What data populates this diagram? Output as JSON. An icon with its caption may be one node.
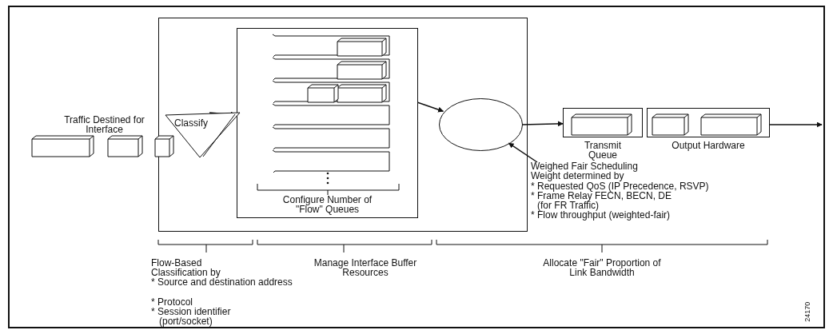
{
  "diagram": {
    "nodes": [
      {
        "text": [
          "Traffic Destined for Interface"
        ]
      },
      {
        "text": [
          "Classify"
        ],
        "in": 2
      },
      {
        "text": [],
        "shape": "box"
      },
      {
        "text": [
          "Configure Number of \"Flow\" Queues"
        ],
        "in": 2
      },
      {
        "text": [],
        "shape": "circle",
        "in": 2
      },
      {
        "text": [
          "Transmit Queue"
        ]
      },
      {
        "text": [
          "Output Hardware"
        ]
      },
      {
        "text": [
          "Weighed Fair Scheduling",
          "Weight determined by",
          "* Requested QoS (IP Precedence, RSVP)",
          "* Frame Relay FECN, BECN, DE (for FR Traffic)",
          "* Flow throughput (weighted-fair)"
        ]
      }
    ],
    "edges": [
      {
        "from": 1,
        "to": 3,
        "arrow": "to"
      },
      {
        "from": 3,
        "to": 4,
        "arrow": "to"
      },
      {
        "from": 4,
        "to": 5,
        "arrow": "to"
      },
      {
        "from": 6,
        "to": null,
        "arrow": "to"
      },
      {
        "from": 7,
        "to": 4,
        "arrow": "to"
      }
    ],
    "labels": [
      "Flow-Based Classification by",
      "* Source and destination address",
      "* Protocol",
      "* Session identifier (port/socket)",
      "Manage Interface Buffer Resources",
      "Allocate \"Fair\" Proportion of Link Bandwidth",
      "24170"
    ]
  }
}
